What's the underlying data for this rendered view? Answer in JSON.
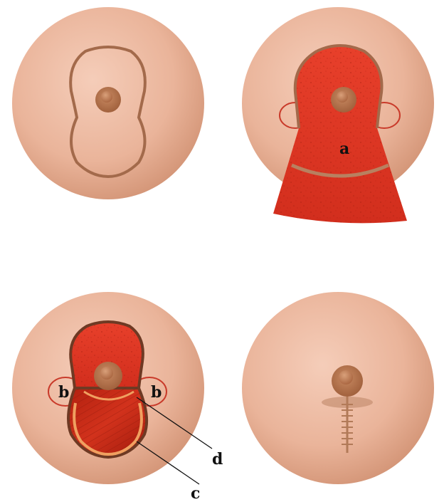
{
  "colors": {
    "skin_light": "#f2c3ad",
    "skin_dark": "#d89a7b",
    "areola": "#b9774f",
    "nipple": "#c78c63",
    "tissue_red": "#e23424",
    "tissue_dark": "#b82818",
    "outline": "#9c6a4e",
    "incision_outline": "#c93a2a",
    "fascia": "#f0a060",
    "pointer_line": "#111111"
  },
  "labels": {
    "a": "a",
    "b_left": "b",
    "b_right": "b",
    "c": "c",
    "d": "d"
  }
}
